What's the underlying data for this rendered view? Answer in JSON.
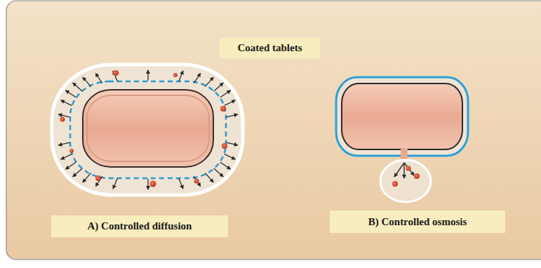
{
  "diagram": {
    "title": "Coated tablets",
    "nodes": [
      {
        "text": [
          "A) Controlled diffusion"
        ]
      },
      {
        "text": [
          "B) Controlled osmosis"
        ]
      }
    ]
  }
}
